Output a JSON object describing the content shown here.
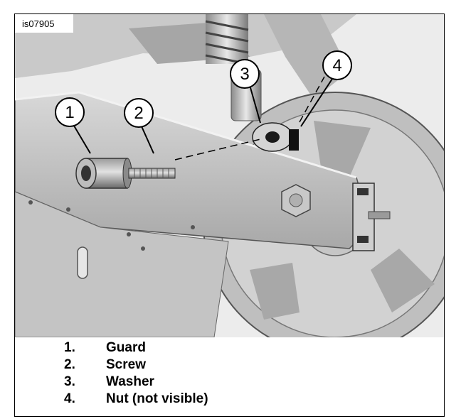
{
  "figure": {
    "id_label": "is07905",
    "callouts": [
      "1",
      "2",
      "3",
      "4"
    ]
  },
  "legend": [
    {
      "num": "1.",
      "label": "Guard"
    },
    {
      "num": "2.",
      "label": "Screw"
    },
    {
      "num": "3.",
      "label": "Washer"
    },
    {
      "num": "4.",
      "label": "Nut (not visible)"
    }
  ]
}
